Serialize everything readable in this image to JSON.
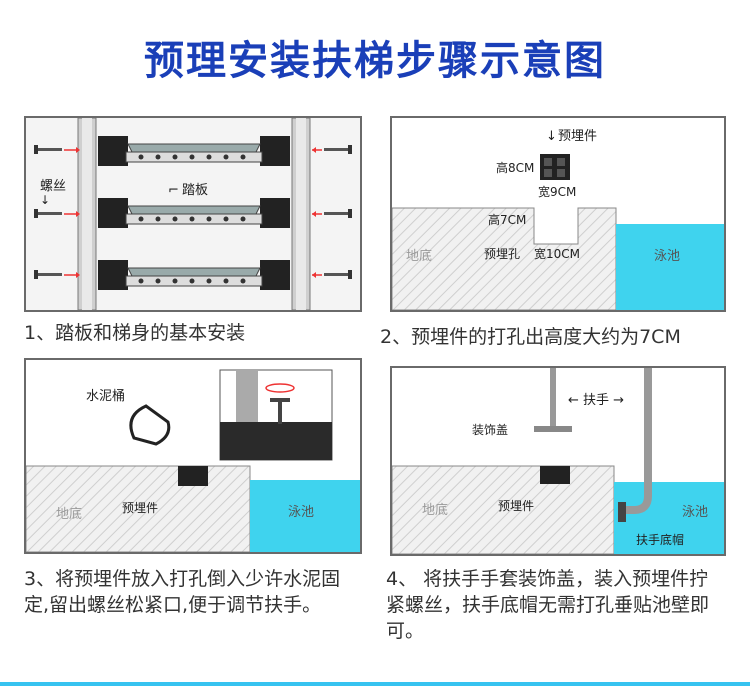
{
  "title": "预理安装扶梯步骤示意图",
  "panel1": {
    "label_luosi": "螺丝",
    "label_taban": "踏板"
  },
  "panel2": {
    "label_yumaijian": "预埋件",
    "label_gao8": "高8CM",
    "label_kuan9": "宽9CM",
    "label_gao7": "高7CM",
    "label_yumaikong": "预埋孔",
    "label_kuan10": "宽10CM",
    "label_didi": "地底",
    "label_yongchi": "泳池"
  },
  "panel3": {
    "label_shuinitong": "水泥桶",
    "label_yumaijian": "预埋件",
    "label_didi": "地底",
    "label_yongchi": "泳池"
  },
  "panel4": {
    "label_fushou": "← 扶手 →",
    "label_zhuangshigai": "装饰盖",
    "label_yumaijian": "预埋件",
    "label_didi": "地底",
    "label_yongchi": "泳池",
    "label_dimao": "扶手底帽"
  },
  "captions": {
    "c1": "1、踏板和梯身的基本安装",
    "c2": "2、预埋件的打孔出高度大约为7CM",
    "c3": "3、将预埋件放入打孔倒入少许水泥固定,留出螺丝松紧口,便于调节扶手。",
    "c4": "4、 将扶手手套装饰盖，装入预埋件拧紧螺丝，扶手底帽无需打孔垂贴池壁即可。"
  },
  "colors": {
    "title": "#1a3fb8",
    "pool": "#3fd3ee",
    "arrow": "#e33"
  }
}
